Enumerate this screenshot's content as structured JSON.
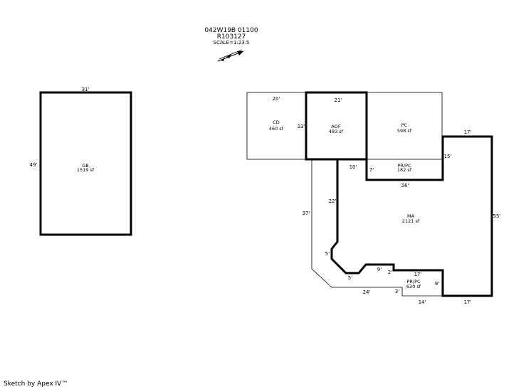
{
  "header": {
    "parcel_id": "042W19B 01100",
    "account": "R103127",
    "scale": "SCALE=1:23.5"
  },
  "footer": {
    "credit": "Sketch by Apex IV™"
  },
  "areas": {
    "gb": {
      "code": "GB",
      "size": "1519 sf"
    },
    "cd": {
      "code": "CD",
      "size": "460 sf"
    },
    "aof": {
      "code": "AOF",
      "size": "483 sf"
    },
    "pc": {
      "code": "PC",
      "size": "598 sf"
    },
    "prpc_top": {
      "code": "PR/PC",
      "size": "182 sf"
    },
    "ma": {
      "code": "MA",
      "size": "2121 sf"
    },
    "prpc_bot": {
      "code": "PR/PC",
      "size": "630 sf"
    }
  },
  "dimensions": {
    "gb_top": "31'",
    "gb_left": "49'",
    "cd_top": "20'",
    "cd_right": "23'",
    "aof_top": "21'",
    "pr_left": "10'",
    "pr_side": "7'",
    "pr_bottom": "26'",
    "ma_step": "15'",
    "ma_top": "17'",
    "ma_right": "55'",
    "ma_bottom": "17'",
    "outline_left": "37'",
    "aof_down": "22'",
    "diag_a": "5'",
    "diag_b": "5'",
    "notch_a": "9'",
    "notch_b": "2'",
    "prpc_top_dim": "17'",
    "prpc_side": "9'",
    "bottom_a": "24'",
    "bottom_b": "3'",
    "bottom_c": "14'"
  }
}
